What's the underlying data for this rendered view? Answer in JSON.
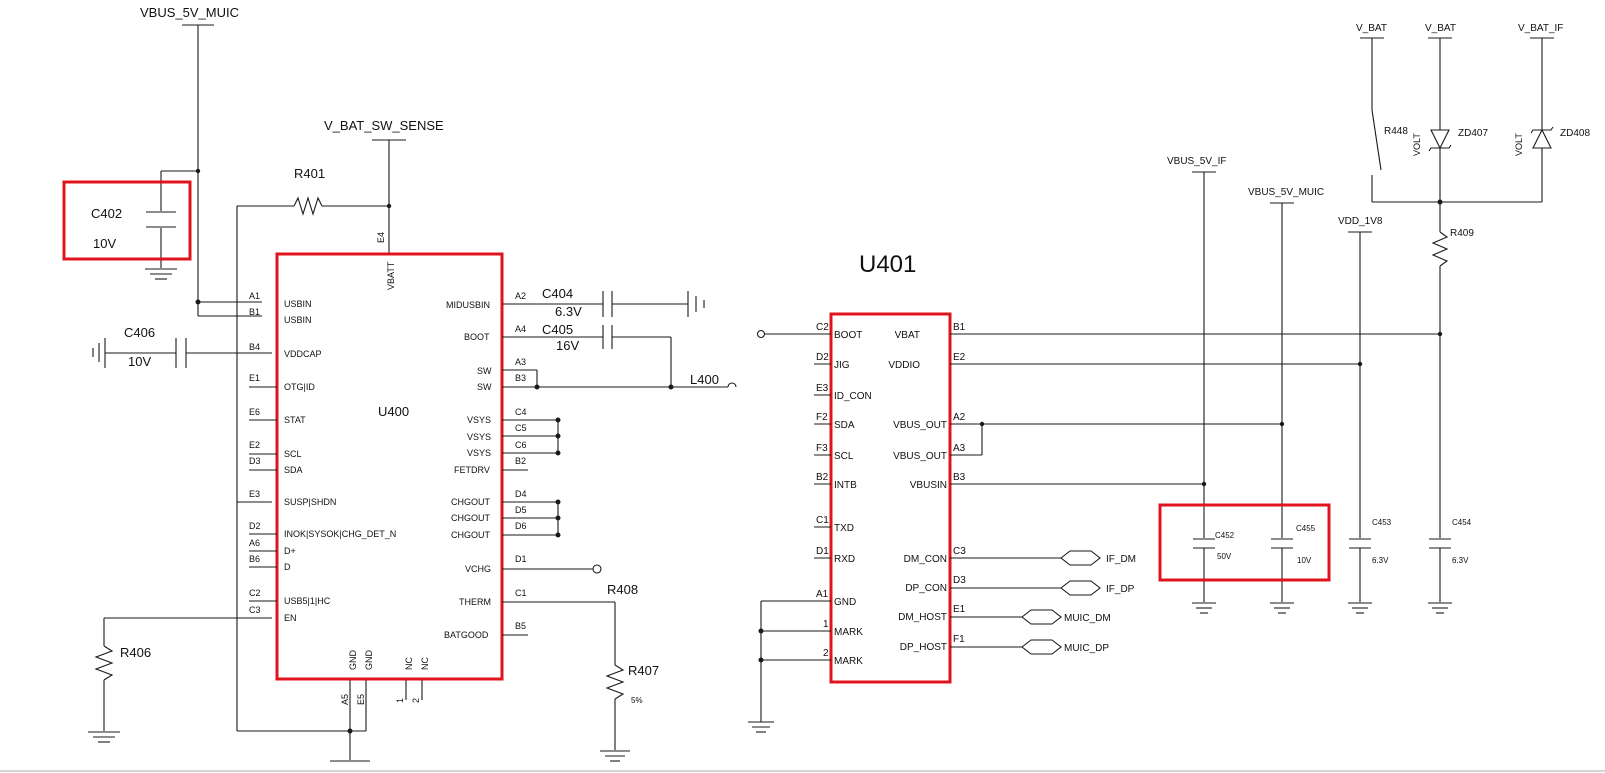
{
  "nets": {
    "vbus_5v_muic_left": "VBUS_5V_MUIC",
    "v_bat_sw_sense": "V_BAT_SW_SENSE",
    "vbus_5v_if": "VBUS_5V_IF",
    "vbus_5v_muic_right": "VBUS_5V_MUIC",
    "vdd_1v8": "VDD_1V8",
    "v_bat_1": "V_BAT",
    "v_bat_2": "V_BAT",
    "v_bat_if": "V_BAT_IF"
  },
  "components": {
    "c402": {
      "ref": "C402",
      "value": "10V"
    },
    "c406": {
      "ref": "C406",
      "value": "10V"
    },
    "c404": {
      "ref": "C404",
      "value": "6.3V"
    },
    "c405": {
      "ref": "C405",
      "value": "16V"
    },
    "r401": {
      "ref": "R401"
    },
    "r406": {
      "ref": "R406"
    },
    "r407": {
      "ref": "R407",
      "value": "5%"
    },
    "r408": {
      "ref": "R408"
    },
    "l400": {
      "ref": "L400"
    },
    "r448": {
      "ref": "R448"
    },
    "r409": {
      "ref": "R409"
    },
    "zd407": {
      "ref": "ZD407",
      "tag": "VOLT"
    },
    "zd408": {
      "ref": "ZD408",
      "tag": "VOLT"
    },
    "c452": {
      "ref": "C452",
      "value": "50V"
    },
    "c455": {
      "ref": "C455",
      "value": "10V"
    },
    "c453": {
      "ref": "C453",
      "value": "6.3V"
    },
    "c454": {
      "ref": "C454",
      "value": "6.3V"
    }
  },
  "u400": {
    "ref": "U400",
    "top_pin": {
      "num": "E4",
      "name": "VBATT"
    },
    "left_pins": [
      {
        "num": "A1",
        "name": "USBIN"
      },
      {
        "num": "B1",
        "name": "USBIN"
      },
      {
        "num": "B4",
        "name": "VDDCAP"
      },
      {
        "num": "E1",
        "name": "OTG|ID"
      },
      {
        "num": "E6",
        "name": "STAT"
      },
      {
        "num": "E2",
        "name": "SCL"
      },
      {
        "num": "D3",
        "name": "SDA"
      },
      {
        "num": "E3",
        "name": "SUSP|SHDN"
      },
      {
        "num": "D2",
        "name": "INOK|SYSOK|CHG_DET_N"
      },
      {
        "num": "A6",
        "name": "D+"
      },
      {
        "num": "B6",
        "name": "D"
      },
      {
        "num": "C2",
        "name": "USB5|1|HC"
      },
      {
        "num": "C3",
        "name": "EN"
      }
    ],
    "right_pins": [
      {
        "num": "A2",
        "name": "MIDUSBIN"
      },
      {
        "num": "A4",
        "name": "BOOT"
      },
      {
        "num": "A3",
        "name": "SW"
      },
      {
        "num": "B3",
        "name": "SW"
      },
      {
        "num": "C4",
        "name": "VSYS"
      },
      {
        "num": "C5",
        "name": "VSYS"
      },
      {
        "num": "C6",
        "name": "VSYS"
      },
      {
        "num": "B2",
        "name": "FETDRV"
      },
      {
        "num": "D4",
        "name": "CHGOUT"
      },
      {
        "num": "D5",
        "name": "CHGOUT"
      },
      {
        "num": "D6",
        "name": "CHGOUT"
      },
      {
        "num": "D1",
        "name": "VCHG"
      },
      {
        "num": "C1",
        "name": "THERM"
      },
      {
        "num": "B5",
        "name": "BATGOOD"
      }
    ],
    "bottom_pins": [
      {
        "num": "A5",
        "name": "GND"
      },
      {
        "num": "E5",
        "name": "GND"
      },
      {
        "num": "1",
        "name": "NC"
      },
      {
        "num": "2",
        "name": "NC"
      }
    ]
  },
  "u401": {
    "ref": "U401",
    "left_pins": [
      {
        "num": "C2",
        "name": "BOOT"
      },
      {
        "num": "D2",
        "name": "JIG"
      },
      {
        "num": "E3",
        "name": "ID_CON"
      },
      {
        "num": "F2",
        "name": "SDA"
      },
      {
        "num": "F3",
        "name": "SCL"
      },
      {
        "num": "B2",
        "name": "INTB"
      },
      {
        "num": "C1",
        "name": "TXD"
      },
      {
        "num": "D1",
        "name": "RXD"
      },
      {
        "num": "A1",
        "name": "GND"
      },
      {
        "num": "1",
        "name": "MARK"
      },
      {
        "num": "2",
        "name": "MARK"
      }
    ],
    "right_pins": [
      {
        "num": "B1",
        "name": "VBAT"
      },
      {
        "num": "E2",
        "name": "VDDIO"
      },
      {
        "num": "A2",
        "name": "VBUS_OUT"
      },
      {
        "num": "A3",
        "name": "VBUS_OUT"
      },
      {
        "num": "B3",
        "name": "VBUSIN"
      },
      {
        "num": "C3",
        "name": "DM_CON"
      },
      {
        "num": "D3",
        "name": "DP_CON"
      },
      {
        "num": "E1",
        "name": "DM_HOST"
      },
      {
        "num": "F1",
        "name": "DP_HOST"
      }
    ]
  },
  "ports": {
    "if_dm": "IF_DM",
    "if_dp": "IF_DP",
    "muic_dm": "MUIC_DM",
    "muic_dp": "MUIC_DP"
  },
  "colors": {
    "wire": "#1a1a1a",
    "highlight_box": "#e0141c",
    "background": "#ffffff"
  }
}
